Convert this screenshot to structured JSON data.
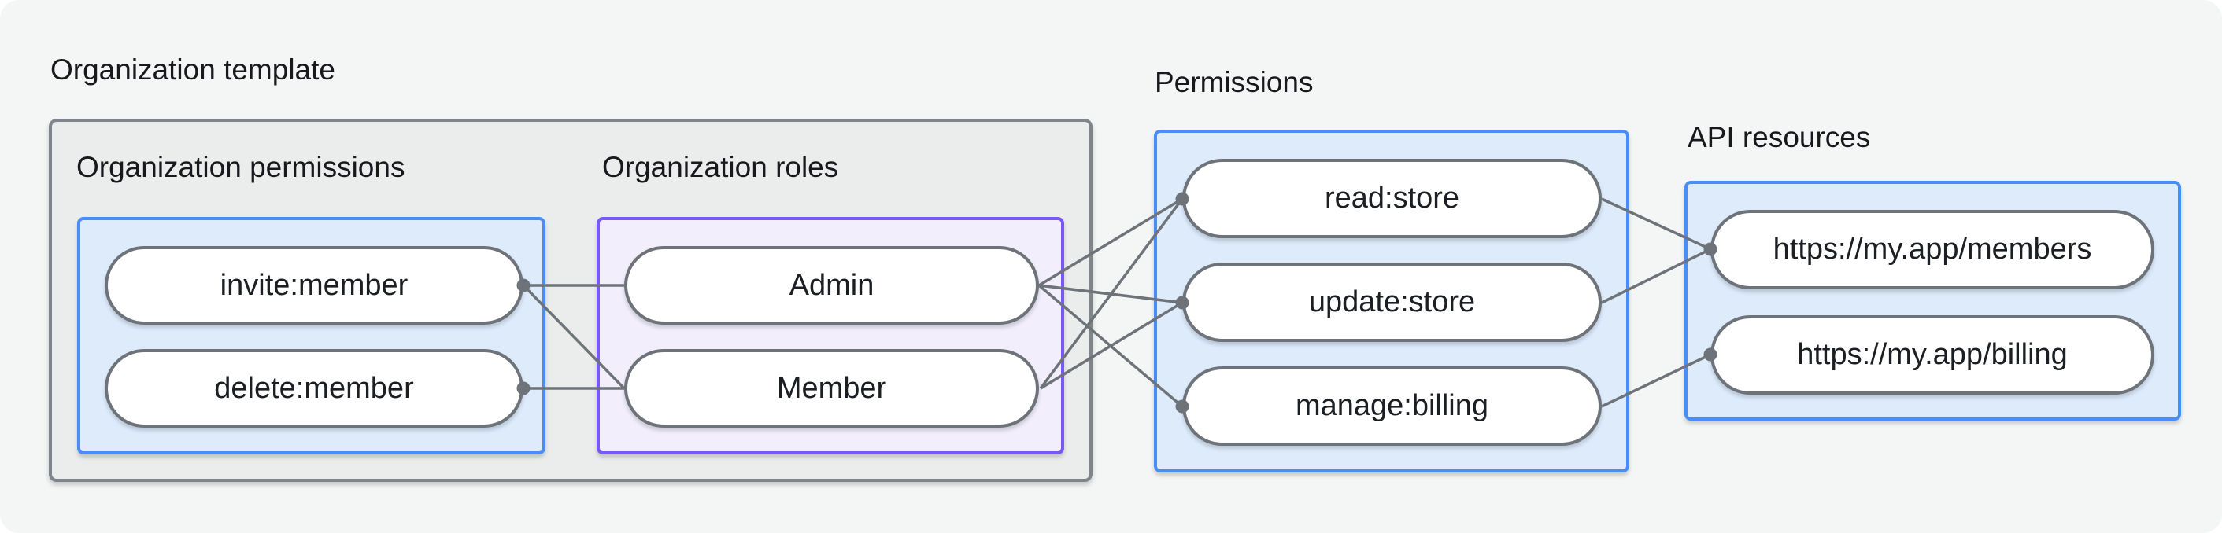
{
  "diagram": {
    "title": "Organization template",
    "sections": {
      "organization_permissions": {
        "label": "Organization permissions",
        "items": [
          "invite:member",
          "delete:member"
        ]
      },
      "organization_roles": {
        "label": "Organization roles",
        "items": [
          "Admin",
          "Member"
        ]
      },
      "permissions": {
        "label": "Permissions",
        "items": [
          "read:store",
          "update:store",
          "manage:billing"
        ]
      },
      "api_resources": {
        "label": "API resources",
        "items": [
          "https://my.app/members",
          "https://my.app/billing"
        ]
      }
    },
    "edges": [
      {
        "from": "invite:member",
        "to": "Admin"
      },
      {
        "from": "invite:member",
        "to": "Member"
      },
      {
        "from": "delete:member",
        "to": "Member"
      },
      {
        "from": "Admin",
        "to": "read:store"
      },
      {
        "from": "Admin",
        "to": "update:store"
      },
      {
        "from": "Admin",
        "to": "manage:billing"
      },
      {
        "from": "Member",
        "to": "read:store"
      },
      {
        "from": "Member",
        "to": "update:store"
      },
      {
        "from": "read:store",
        "to": "https://my.app/members"
      },
      {
        "from": "update:store",
        "to": "https://my.app/members"
      },
      {
        "from": "manage:billing",
        "to": "https://my.app/billing"
      }
    ],
    "colors": {
      "background": "#f4f6f5",
      "template_box_fill": "#ebedec",
      "template_box_border": "#7f858a",
      "blue_box_fill": "#ddebfb",
      "blue_box_border": "#4b8df8",
      "purple_box_fill": "#f2eefb",
      "purple_box_border": "#7a57f8",
      "pill_fill": "#ffffff",
      "pill_border": "#6d7378",
      "connector": "#6d7378",
      "text": "#17191c"
    }
  }
}
